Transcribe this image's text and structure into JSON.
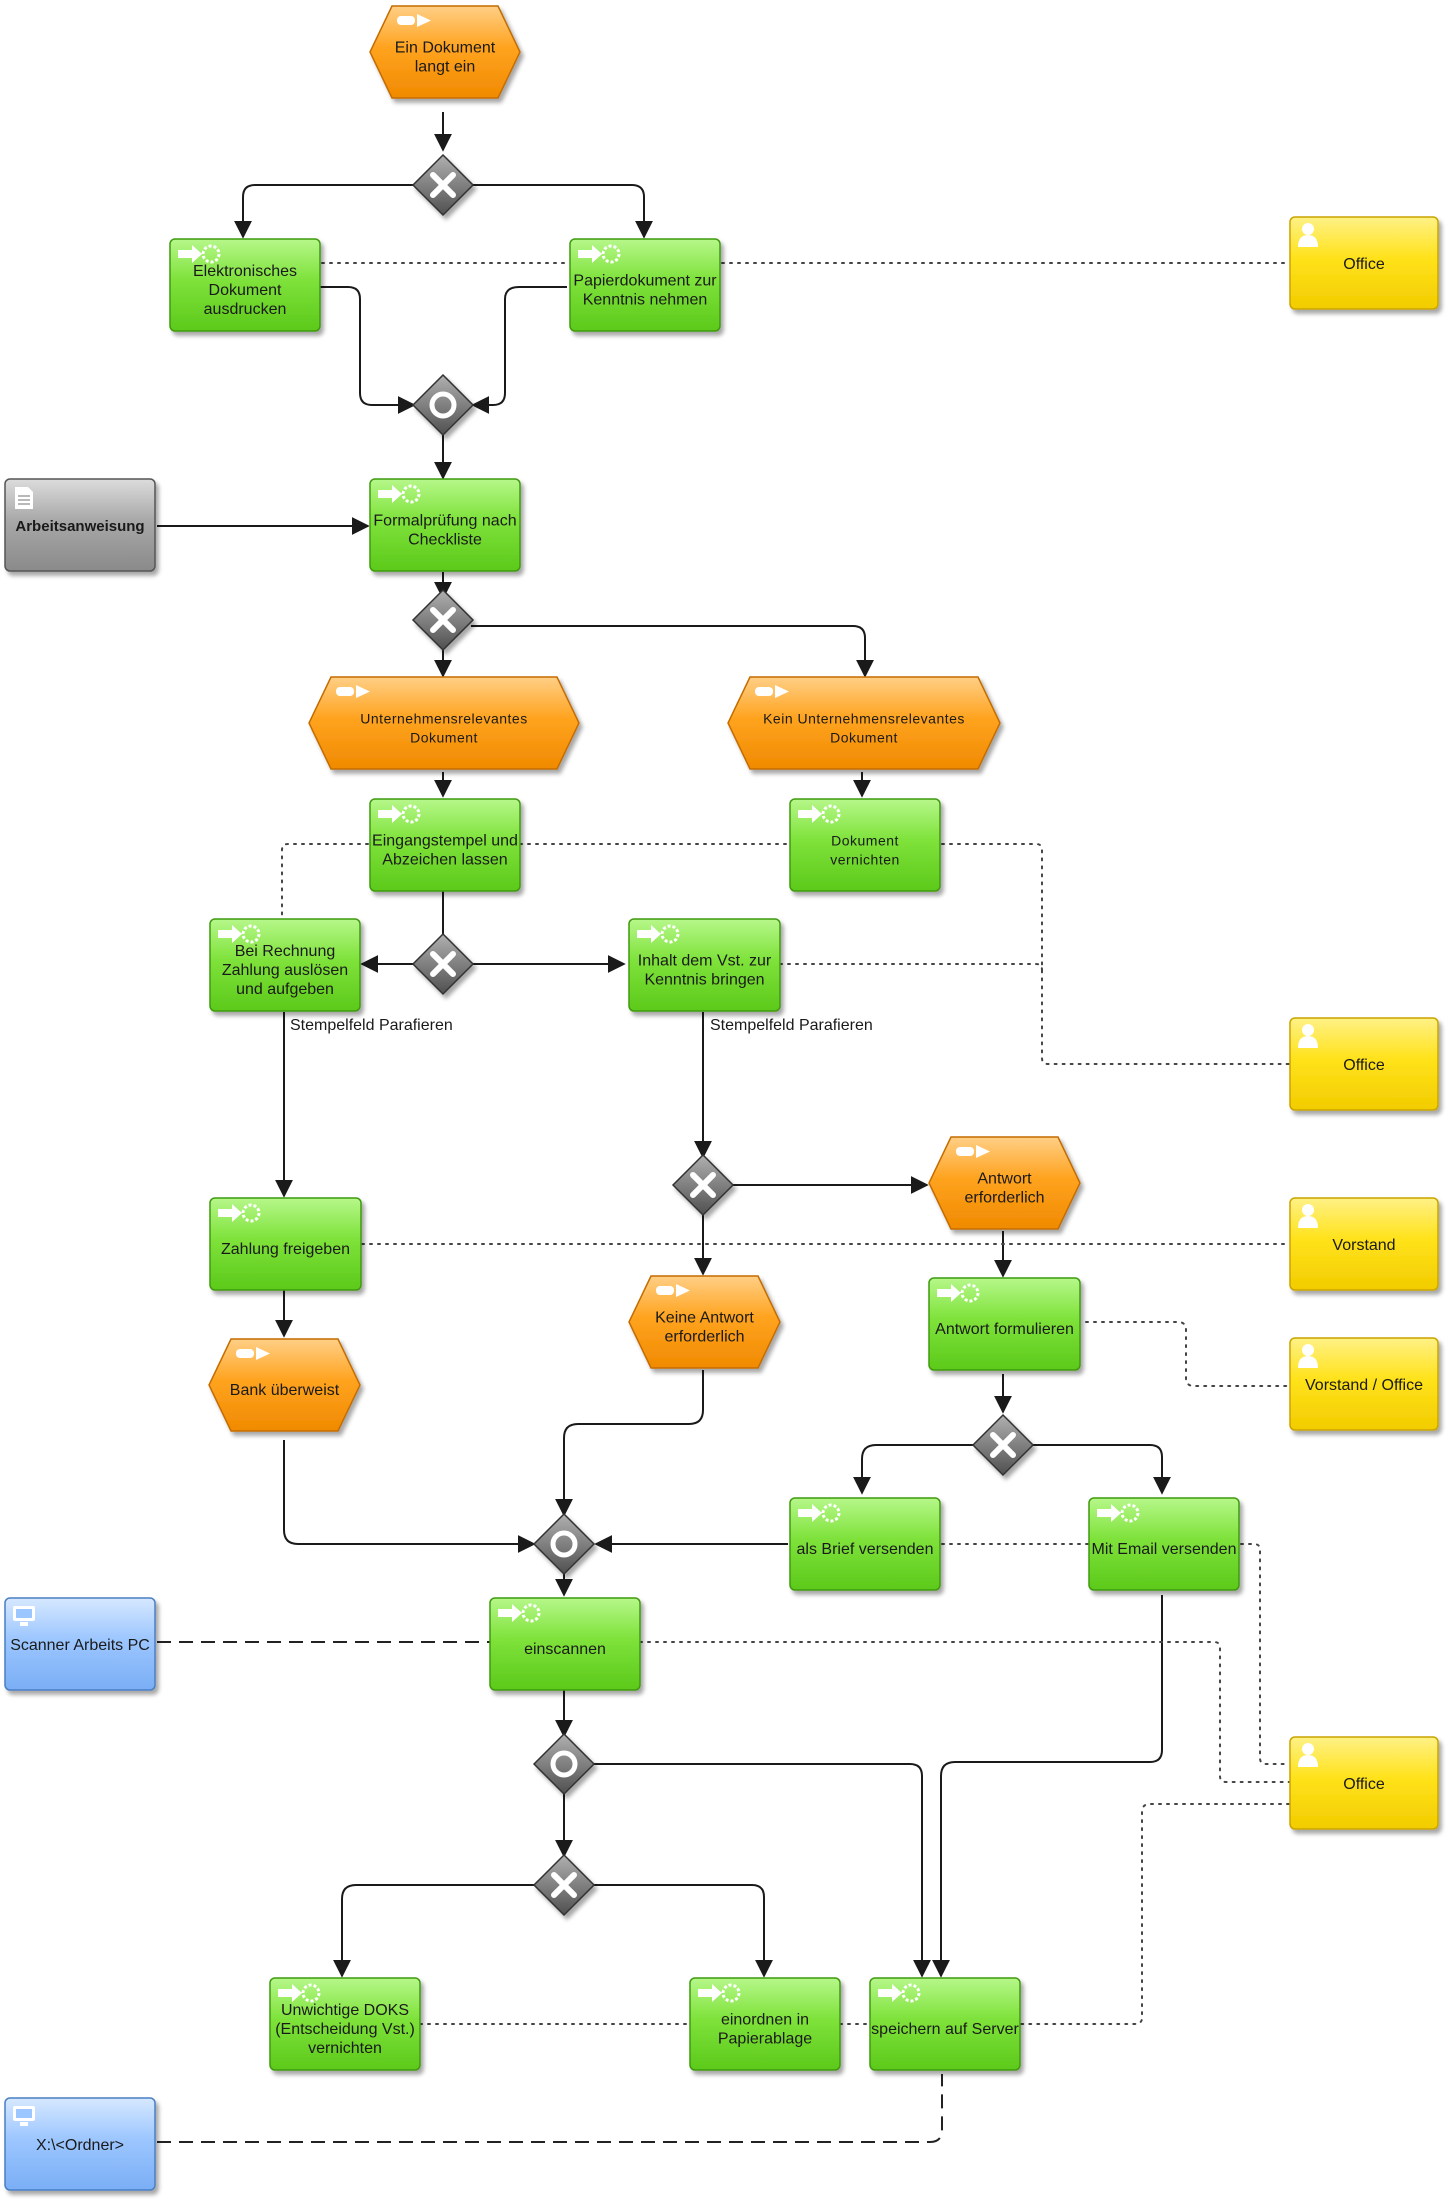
{
  "events": {
    "e1": [
      "Ein Dokument",
      "langt ein"
    ],
    "e2": [
      "Unternehmensrelevantes",
      "Dokument"
    ],
    "e3": [
      "Kein Unternehmensrelevantes",
      "Dokument"
    ],
    "e4": [
      "Antwort",
      "erforderlich"
    ],
    "e5": [
      "Keine Antwort",
      "erforderlich"
    ],
    "e6": [
      "Bank überweist"
    ]
  },
  "functions": {
    "f1": [
      "Elektronisches",
      "Dokument",
      "ausdrucken"
    ],
    "f2": [
      "Papierdokument zur",
      "Kenntnis nehmen"
    ],
    "f3": [
      "Formalprüfung nach",
      "Checkliste"
    ],
    "f4": [
      "Eingangstempel und",
      "Abzeichen lassen"
    ],
    "f5": [
      "Dokument",
      "vernichten"
    ],
    "f6": [
      "Bei Rechnung",
      "Zahlung auslösen",
      "und aufgeben"
    ],
    "f7": [
      "Inhalt dem Vst. zur",
      "Kenntnis bringen"
    ],
    "f8": [
      "Zahlung  freigeben"
    ],
    "f9": [
      "Antwort formulieren"
    ],
    "f10": [
      "als Brief versenden"
    ],
    "f11": [
      "Mit Email versenden"
    ],
    "f12": [
      "einscannen"
    ],
    "f13": [
      "Unwichtige DOKS",
      "(Entscheidung Vst.)",
      "vernichten"
    ],
    "f14": [
      "einordnen in",
      "Papierablage"
    ],
    "f15": [
      "speichern auf Server"
    ]
  },
  "roles": {
    "r1": [
      "Office"
    ],
    "r2": [
      "Office"
    ],
    "r3": [
      "Vorstand"
    ],
    "r4": [
      "Vorstand / Office"
    ],
    "r5": [
      "Office"
    ]
  },
  "document": {
    "d1": [
      "Arbeitsanweisung"
    ]
  },
  "systems": {
    "s1": [
      "Scanner Arbeits PC"
    ],
    "s2": [
      "X:\\<Ordner>"
    ]
  },
  "notes": {
    "n1": "Stempelfeld Parafieren",
    "n2": "Stempelfeld Parafieren"
  },
  "colors": {
    "event": "#ff9a1a",
    "function": "#7ee23a",
    "role": "#ffe21a",
    "document": "#9a9a9a",
    "system": "#8fbfff",
    "connector": "#6e6e6e"
  }
}
